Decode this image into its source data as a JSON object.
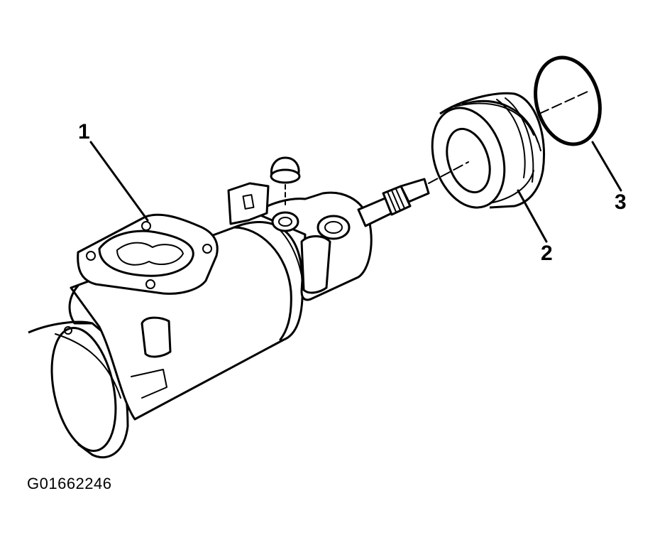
{
  "figure_id": "G01662246",
  "callouts": [
    {
      "id": "1",
      "label": "1"
    },
    {
      "id": "2",
      "label": "2"
    },
    {
      "id": "3",
      "label": "3"
    }
  ],
  "colors": {
    "ink": "#000000",
    "background": "#ffffff"
  }
}
